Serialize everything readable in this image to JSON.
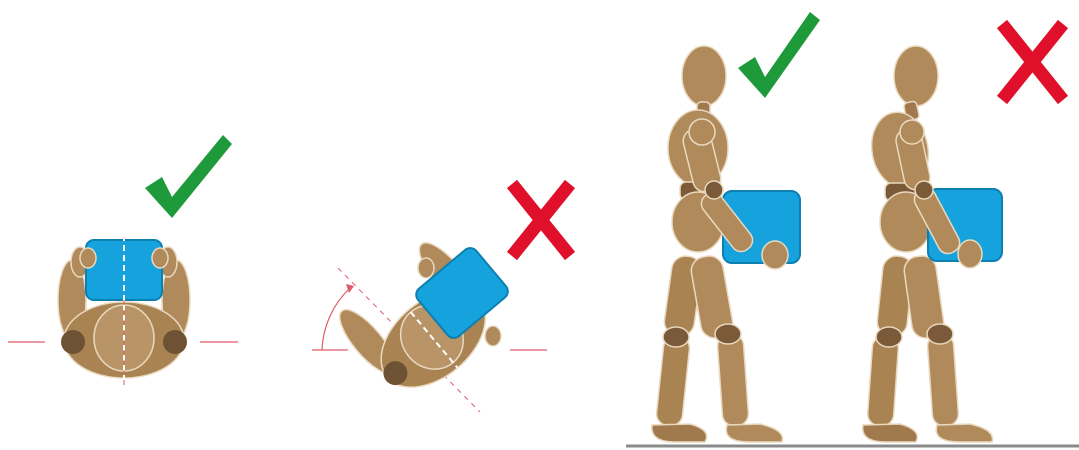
{
  "panels": [
    {
      "id": "top-view-correct",
      "verdict": "correct"
    },
    {
      "id": "top-view-twisted",
      "verdict": "incorrect"
    },
    {
      "id": "side-view-upright",
      "verdict": "correct"
    },
    {
      "id": "side-view-leaning",
      "verdict": "incorrect"
    }
  ],
  "colors": {
    "check": "#1f9a3a",
    "cross": "#e0102a",
    "wood": "#b08a5a",
    "wood_dark": "#6e5234",
    "box": "#16a3dd",
    "guide": "#e05a6a",
    "floor": "#8a8a8a"
  },
  "icons": {
    "correct": "check-mark-icon",
    "incorrect": "cross-mark-icon"
  }
}
